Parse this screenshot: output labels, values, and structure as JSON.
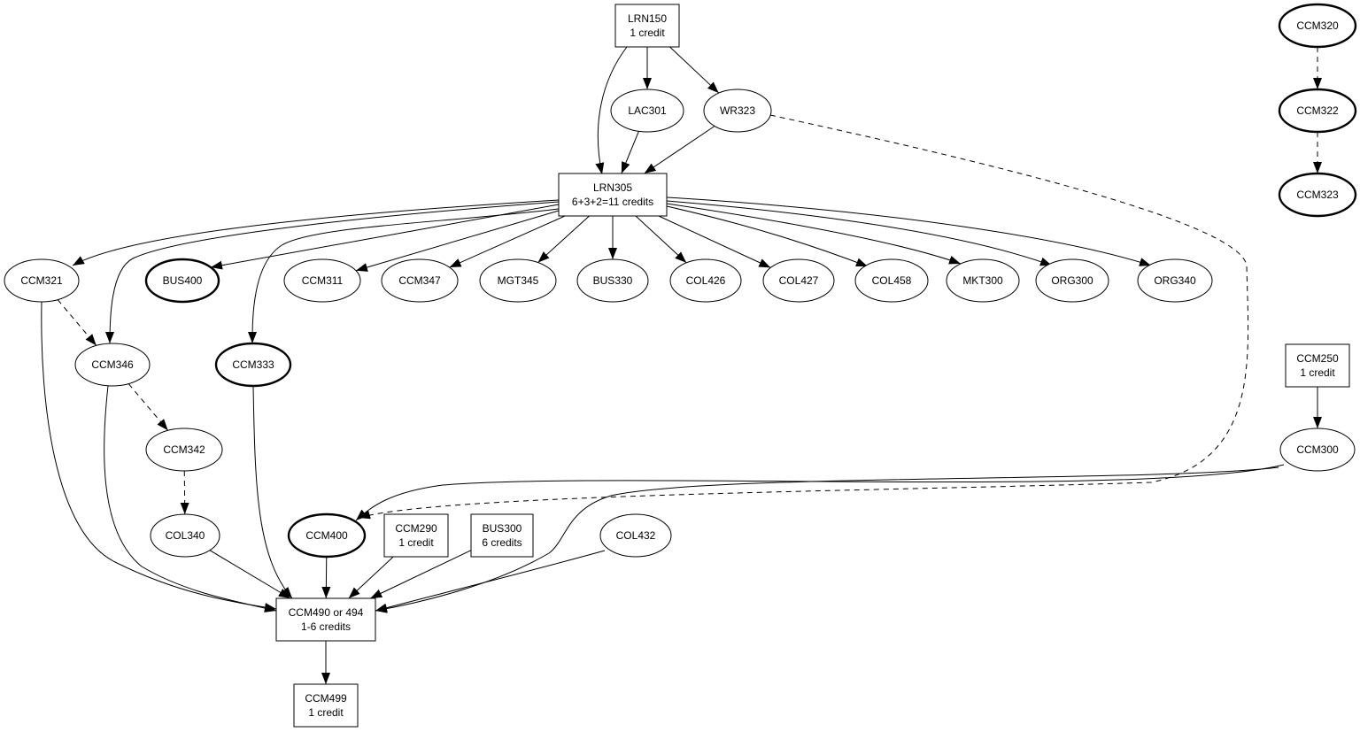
{
  "colors": {
    "stroke": "#000000",
    "fill": "#ffffff"
  },
  "nodes": [
    {
      "id": "LRN150",
      "shape": "box",
      "bold": false,
      "lines": [
        "LRN150",
        "1 credit"
      ]
    },
    {
      "id": "LAC301",
      "shape": "ellipse",
      "bold": false,
      "lines": [
        "LAC301"
      ]
    },
    {
      "id": "WR323",
      "shape": "ellipse",
      "bold": false,
      "lines": [
        "WR323"
      ]
    },
    {
      "id": "LRN305",
      "shape": "box",
      "bold": false,
      "lines": [
        "LRN305",
        "6+3+2=11 credits"
      ]
    },
    {
      "id": "CCM321",
      "shape": "ellipse",
      "bold": false,
      "lines": [
        "CCM321"
      ]
    },
    {
      "id": "BUS400",
      "shape": "ellipse",
      "bold": true,
      "lines": [
        "BUS400"
      ]
    },
    {
      "id": "CCM311",
      "shape": "ellipse",
      "bold": false,
      "lines": [
        "CCM311"
      ]
    },
    {
      "id": "CCM347",
      "shape": "ellipse",
      "bold": false,
      "lines": [
        "CCM347"
      ]
    },
    {
      "id": "MGT345",
      "shape": "ellipse",
      "bold": false,
      "lines": [
        "MGT345"
      ]
    },
    {
      "id": "BUS330",
      "shape": "ellipse",
      "bold": false,
      "lines": [
        "BUS330"
      ]
    },
    {
      "id": "COL426",
      "shape": "ellipse",
      "bold": false,
      "lines": [
        "COL426"
      ]
    },
    {
      "id": "COL427",
      "shape": "ellipse",
      "bold": false,
      "lines": [
        "COL427"
      ]
    },
    {
      "id": "COL458",
      "shape": "ellipse",
      "bold": false,
      "lines": [
        "COL458"
      ]
    },
    {
      "id": "MKT300",
      "shape": "ellipse",
      "bold": false,
      "lines": [
        "MKT300"
      ]
    },
    {
      "id": "ORG300",
      "shape": "ellipse",
      "bold": false,
      "lines": [
        "ORG300"
      ]
    },
    {
      "id": "ORG340",
      "shape": "ellipse",
      "bold": false,
      "lines": [
        "ORG340"
      ]
    },
    {
      "id": "CCM346",
      "shape": "ellipse",
      "bold": false,
      "lines": [
        "CCM346"
      ]
    },
    {
      "id": "CCM333",
      "shape": "ellipse",
      "bold": true,
      "lines": [
        "CCM333"
      ]
    },
    {
      "id": "CCM342",
      "shape": "ellipse",
      "bold": false,
      "lines": [
        "CCM342"
      ]
    },
    {
      "id": "COL340",
      "shape": "ellipse",
      "bold": false,
      "lines": [
        "COL340"
      ]
    },
    {
      "id": "CCM400",
      "shape": "ellipse",
      "bold": true,
      "lines": [
        "CCM400"
      ]
    },
    {
      "id": "CCM290",
      "shape": "box",
      "bold": false,
      "lines": [
        "CCM290",
        "1 credit"
      ]
    },
    {
      "id": "BUS300",
      "shape": "box",
      "bold": false,
      "lines": [
        "BUS300",
        "6 credits"
      ]
    },
    {
      "id": "COL432",
      "shape": "ellipse",
      "bold": false,
      "lines": [
        "COL432"
      ]
    },
    {
      "id": "CCM490",
      "shape": "box",
      "bold": false,
      "lines": [
        "CCM490 or 494",
        "1-6 credits"
      ]
    },
    {
      "id": "CCM499",
      "shape": "box",
      "bold": false,
      "lines": [
        "CCM499",
        "1 credit"
      ]
    },
    {
      "id": "CCM320",
      "shape": "ellipse",
      "bold": true,
      "lines": [
        "CCM320"
      ]
    },
    {
      "id": "CCM322",
      "shape": "ellipse",
      "bold": true,
      "lines": [
        "CCM322"
      ]
    },
    {
      "id": "CCM323",
      "shape": "ellipse",
      "bold": true,
      "lines": [
        "CCM323"
      ]
    },
    {
      "id": "CCM250",
      "shape": "box",
      "bold": false,
      "lines": [
        "CCM250",
        "1 credit"
      ]
    },
    {
      "id": "CCM300",
      "shape": "ellipse",
      "bold": false,
      "lines": [
        "CCM300"
      ]
    }
  ],
  "edges": [
    {
      "from": "LRN150",
      "to": "LAC301",
      "style": "solid"
    },
    {
      "from": "LRN150",
      "to": "WR323",
      "style": "solid"
    },
    {
      "from": "LRN150",
      "to": "LRN305",
      "style": "solid"
    },
    {
      "from": "LAC301",
      "to": "LRN305",
      "style": "solid"
    },
    {
      "from": "WR323",
      "to": "LRN305",
      "style": "solid"
    },
    {
      "from": "WR323",
      "to": "CCM400",
      "style": "dashed"
    },
    {
      "from": "LRN305",
      "to": "CCM321",
      "style": "solid"
    },
    {
      "from": "LRN305",
      "to": "CCM346",
      "style": "solid"
    },
    {
      "from": "LRN305",
      "to": "BUS400",
      "style": "solid"
    },
    {
      "from": "LRN305",
      "to": "CCM333",
      "style": "solid"
    },
    {
      "from": "LRN305",
      "to": "CCM311",
      "style": "solid"
    },
    {
      "from": "LRN305",
      "to": "CCM347",
      "style": "solid"
    },
    {
      "from": "LRN305",
      "to": "MGT345",
      "style": "solid"
    },
    {
      "from": "LRN305",
      "to": "BUS330",
      "style": "solid"
    },
    {
      "from": "LRN305",
      "to": "COL426",
      "style": "solid"
    },
    {
      "from": "LRN305",
      "to": "COL427",
      "style": "solid"
    },
    {
      "from": "LRN305",
      "to": "COL458",
      "style": "solid"
    },
    {
      "from": "LRN305",
      "to": "MKT300",
      "style": "solid"
    },
    {
      "from": "LRN305",
      "to": "ORG300",
      "style": "solid"
    },
    {
      "from": "LRN305",
      "to": "ORG340",
      "style": "solid"
    },
    {
      "from": "CCM321",
      "to": "CCM346",
      "style": "dashed"
    },
    {
      "from": "CCM346",
      "to": "CCM342",
      "style": "dashed"
    },
    {
      "from": "CCM342",
      "to": "COL340",
      "style": "dashed"
    },
    {
      "from": "CCM320",
      "to": "CCM322",
      "style": "dashed"
    },
    {
      "from": "CCM322",
      "to": "CCM323",
      "style": "dashed"
    },
    {
      "from": "CCM250",
      "to": "CCM300",
      "style": "solid"
    },
    {
      "from": "CCM300",
      "to": "CCM400",
      "style": "solid"
    },
    {
      "from": "CCM300",
      "to": "CCM490",
      "style": "solid"
    },
    {
      "from": "CCM321",
      "to": "CCM490",
      "style": "solid"
    },
    {
      "from": "CCM346",
      "to": "CCM490",
      "style": "solid"
    },
    {
      "from": "COL340",
      "to": "CCM490",
      "style": "solid"
    },
    {
      "from": "CCM333",
      "to": "CCM490",
      "style": "solid"
    },
    {
      "from": "CCM400",
      "to": "CCM490",
      "style": "solid"
    },
    {
      "from": "CCM290",
      "to": "CCM490",
      "style": "solid"
    },
    {
      "from": "BUS300",
      "to": "CCM490",
      "style": "solid"
    },
    {
      "from": "COL432",
      "to": "CCM490",
      "style": "solid"
    },
    {
      "from": "CCM490",
      "to": "CCM499",
      "style": "solid"
    }
  ]
}
